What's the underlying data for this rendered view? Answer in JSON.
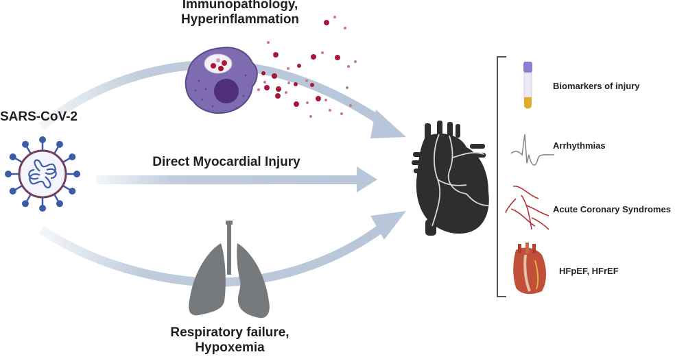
{
  "diagram": {
    "source": {
      "label": "SARS-CoV-2",
      "icon": "virus-icon"
    },
    "pathways": [
      {
        "id": "immunopathology",
        "label_lines": [
          "Immunopathology,",
          "Hyperinflammation"
        ],
        "icon": "immune-cell-icon",
        "route": "upper-arc"
      },
      {
        "id": "direct",
        "label_lines": [
          "Direct Myocardial Injury"
        ],
        "icon": "",
        "route": "straight"
      },
      {
        "id": "respiratory",
        "label_lines": [
          "Respiratory failure,",
          "Hypoxemia"
        ],
        "icon": "lungs-icon",
        "route": "lower-arc"
      }
    ],
    "target": {
      "icon": "heart-icon"
    },
    "outcomes": [
      {
        "label": "Biomarkers of injury",
        "icon": "blood-tube-icon"
      },
      {
        "label": "Arrhythmias",
        "icon": "ecg-icon"
      },
      {
        "label": "Acute Coronary Syndromes",
        "icon": "coronary-arteries-icon"
      },
      {
        "label": "HFpEF, HFrEF",
        "icon": "anatomical-heart-icon"
      }
    ],
    "colors": {
      "arrow": "#b7c6d8",
      "virus": "#3b5da8",
      "virus_membrane": "#7a3a52",
      "cell": "#7e6bb0",
      "cell_nucleus": "#4f2f78",
      "cytokine": "#a8173a",
      "lungs": "#777a7d",
      "heart": "#2e2e2e",
      "bracket": "#555555",
      "tube_cap": "#8b7fd0",
      "tube_blood": "#e0ac2b",
      "ecg": "#888888",
      "coronary": "#b8303a"
    }
  }
}
